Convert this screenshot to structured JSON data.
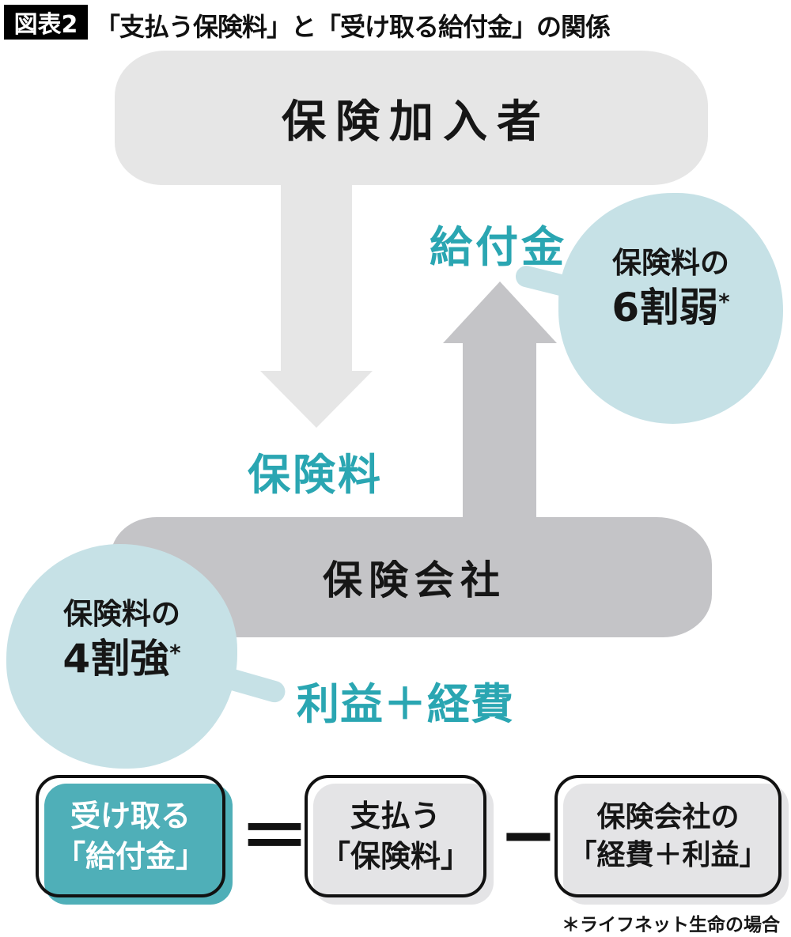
{
  "header": {
    "badge": "図表2",
    "title": "「支払う保険料」と「受け取る給付金」の関係"
  },
  "diagram": {
    "policyholder_label": "保険加入者",
    "insurer_label": "保険会社",
    "benefit_label": "給付金",
    "premium_label": "保険料",
    "profit_expense_label": "利益＋経費",
    "benefit_bubble": {
      "line1": "保険料の",
      "line2": "6割弱",
      "asterisk": "*"
    },
    "premium_bubble": {
      "line1": "保険料の",
      "line2": "4割強",
      "asterisk": "*"
    }
  },
  "equation": {
    "result": {
      "line1": "受け取る",
      "line2": "「給付金」"
    },
    "equals": "＝",
    "operand1": {
      "line1": "支払う",
      "line2": "「保険料」"
    },
    "minus": "−",
    "operand2": {
      "line1": "保険会社の",
      "line2": "「経費＋利益」"
    }
  },
  "footnote": "＊ライフネット生命の場合",
  "colors": {
    "teal_text": "#2aa6b2",
    "teal_box_fill": "#4fafb8",
    "bubble_fill": "#c6e1e6",
    "light_gray": "#e6e6e6",
    "dark_gray": "#c4c4c7",
    "badge_bg": "#000000"
  }
}
